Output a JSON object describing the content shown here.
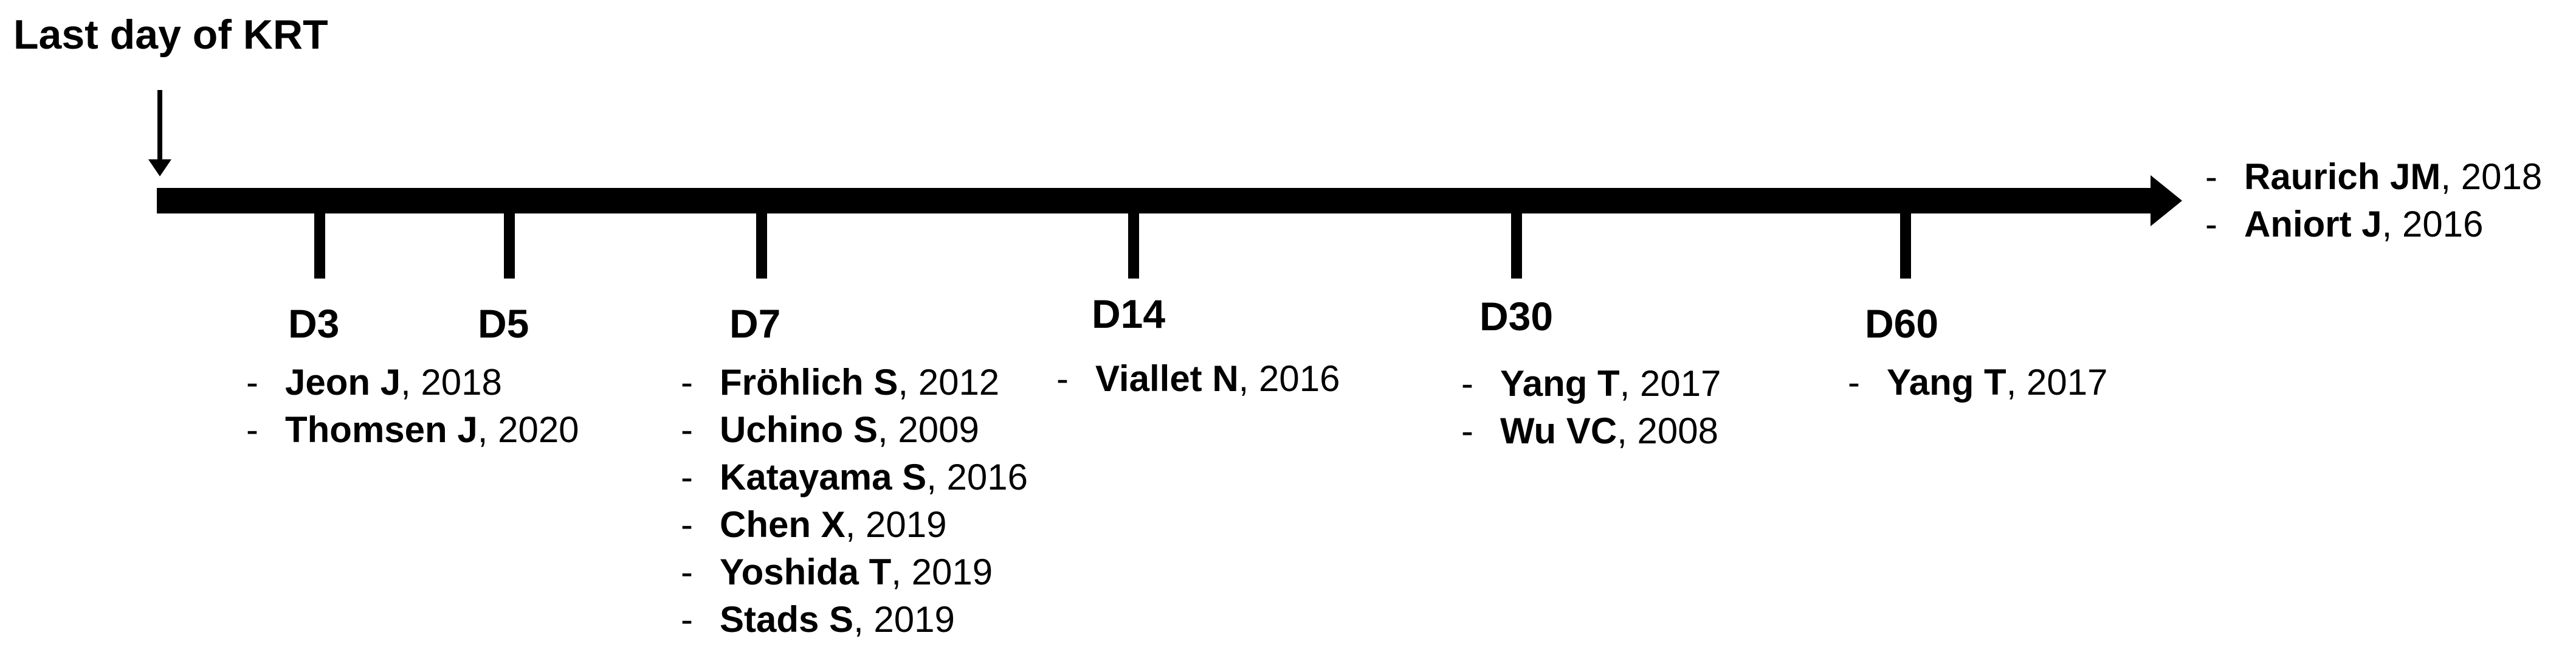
{
  "start_label": "Last day of KRT",
  "end_references": [
    {
      "author": "Raurich JM",
      "year": ", 2018"
    },
    {
      "author": "Aniort J",
      "year": ", 2016"
    }
  ],
  "milestones": [
    {
      "label": "D3",
      "references": [
        {
          "author": "Jeon J",
          "year": ", 2018"
        },
        {
          "author": "Thomsen J",
          "year": ", 2020"
        }
      ]
    },
    {
      "label": "D5",
      "references": []
    },
    {
      "label": "D7",
      "references": [
        {
          "author": "Fröhlich S",
          "year": ", 2012"
        },
        {
          "author": "Uchino  S",
          "year": ", 2009"
        },
        {
          "author": "Katayama S",
          "year": ", 2016"
        },
        {
          "author": "Chen X",
          "year": ", 2019"
        },
        {
          "author": "Yoshida T",
          "year": ", 2019"
        },
        {
          "author": "Stads S",
          "year": ", 2019"
        }
      ]
    },
    {
      "label": "D14",
      "references": [
        {
          "author": "Viallet N",
          "year": ", 2016"
        }
      ]
    },
    {
      "label": "D30",
      "references": [
        {
          "author": "Yang T",
          "year": ", 2017"
        },
        {
          "author": "Wu VC",
          "year": ", 2008"
        }
      ]
    },
    {
      "label": "D60",
      "references": [
        {
          "author": "Yang T",
          "year": ", 2017"
        }
      ]
    }
  ],
  "dash": "-"
}
